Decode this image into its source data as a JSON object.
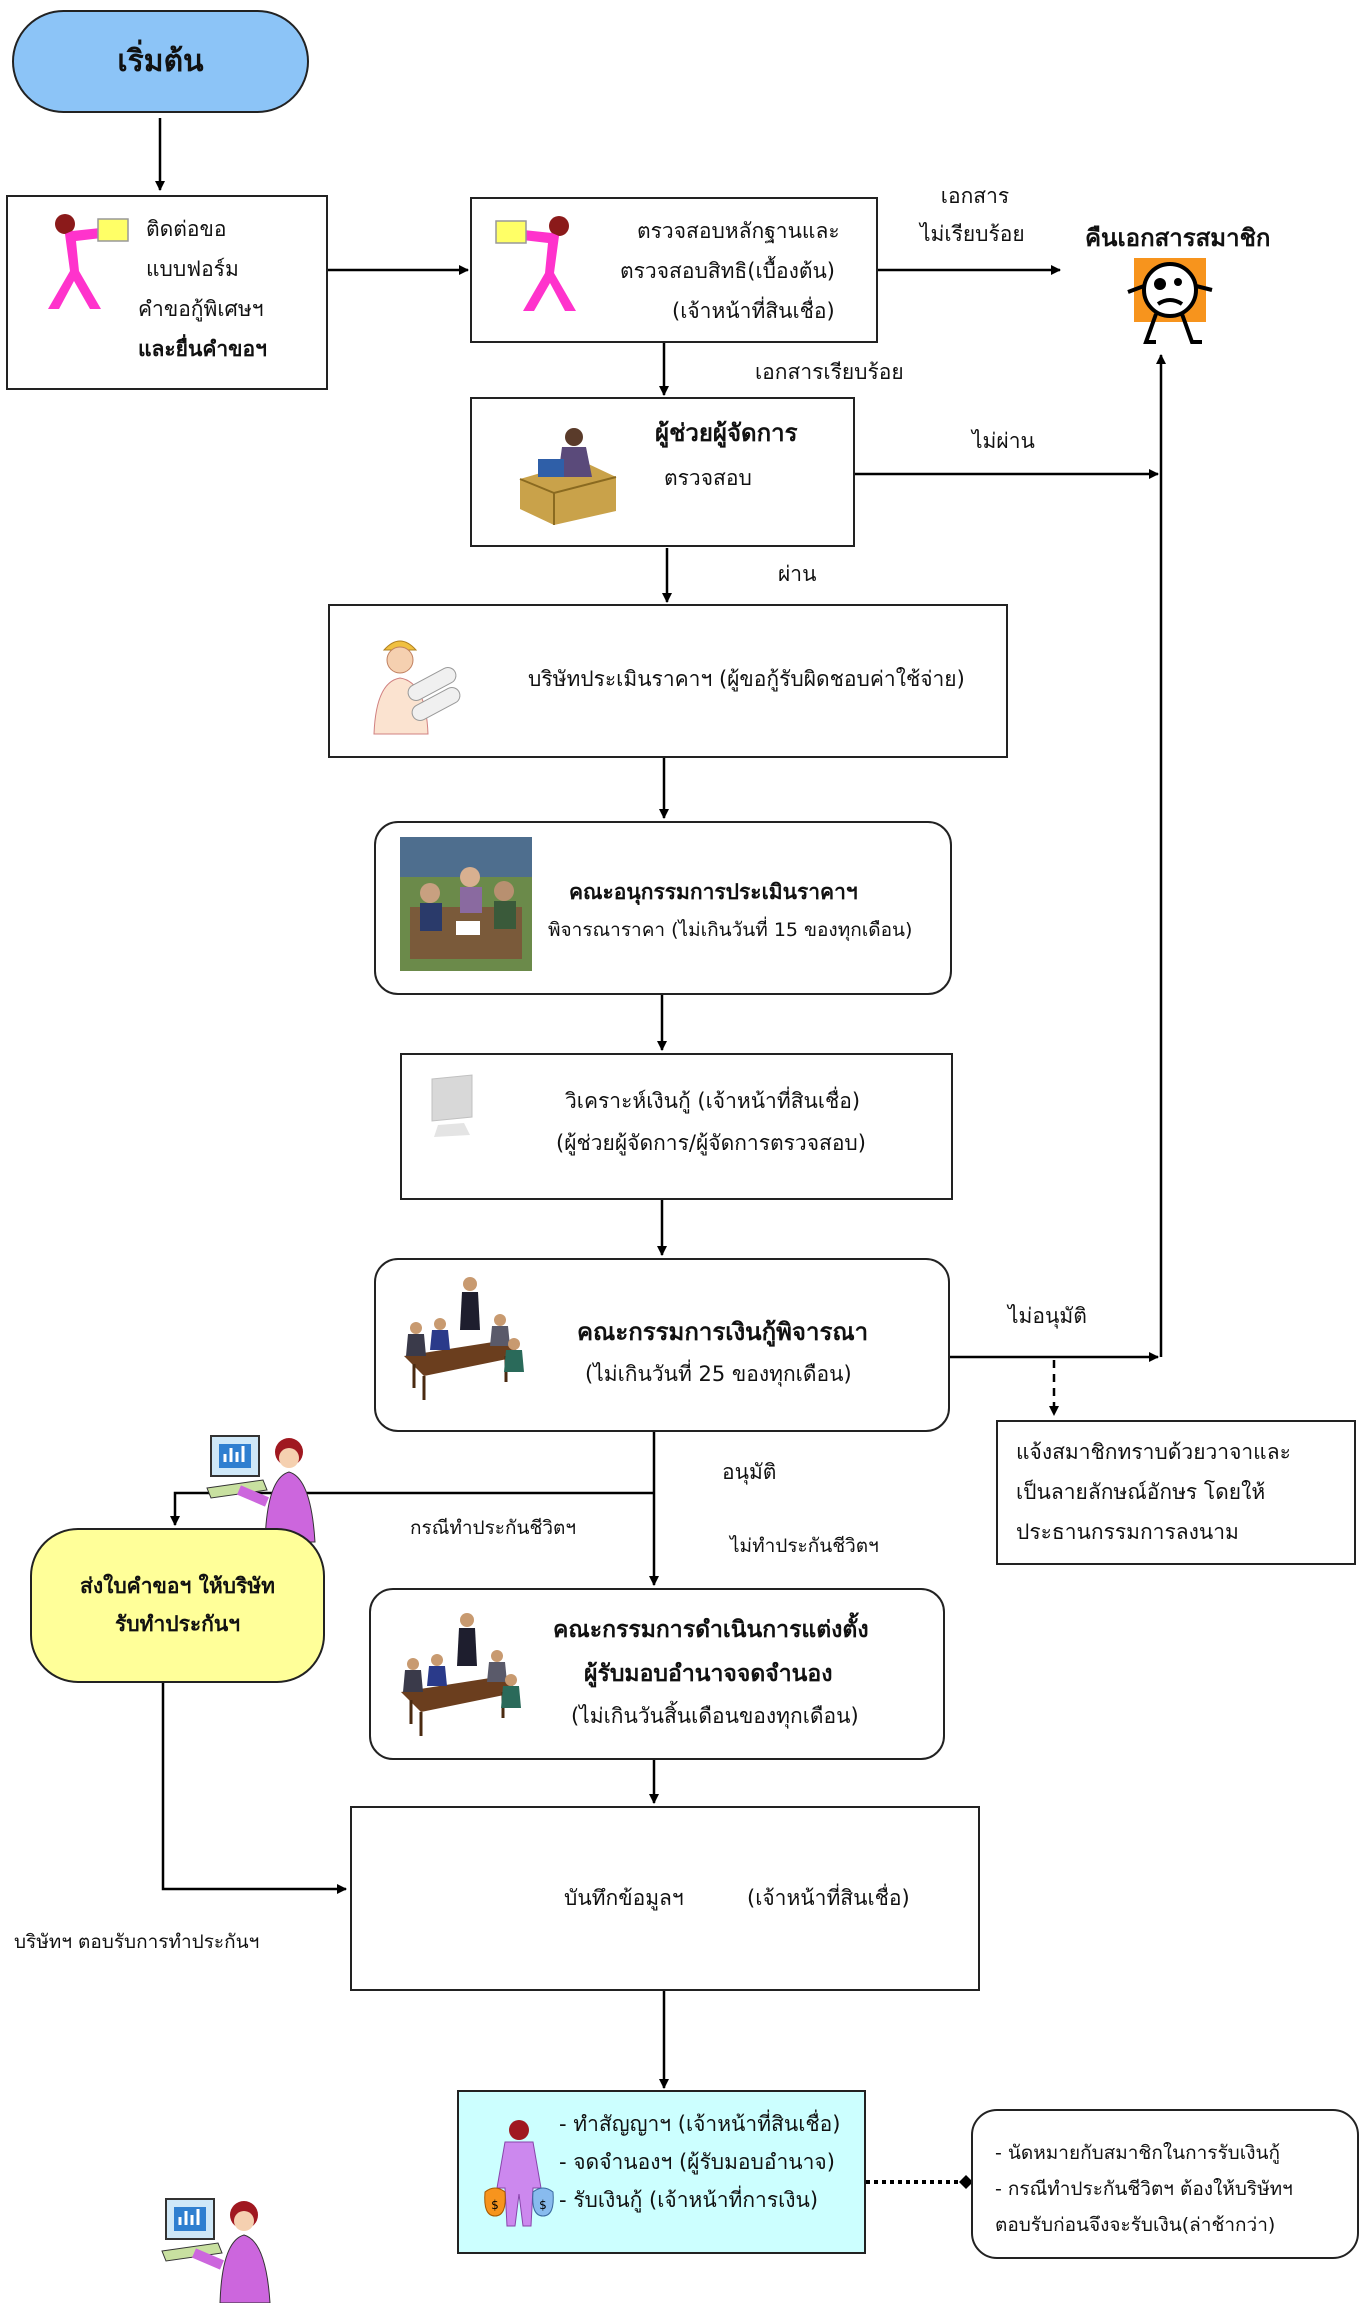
{
  "colors": {
    "start": "#8cc4f7",
    "insurance": "#ffff99",
    "disburse": "#ccffff",
    "figure_pink": "#ff33cc",
    "arrow": "#000000"
  },
  "start": "เริ่มต้น",
  "contact": {
    "l1": "ติดต่อขอ",
    "l2": "แบบฟอร์ม",
    "l3": "คำขอกู้พิเศษฯ",
    "l4": "และยื่นคำขอฯ"
  },
  "verify": {
    "l1": "ตรวจสอบหลักฐานและ",
    "l2": "ตรวจสอบสิทธิ(เบื้องต้น)",
    "l3": "(เจ้าหน้าที่สินเชื่อ)"
  },
  "doc_bad": {
    "l1": "เอกสาร",
    "l2": "ไม่เรียบร้อย"
  },
  "return_docs": "คืนเอกสารสมาชิก",
  "doc_ok": "เอกสารเรียบร้อย",
  "assistant": {
    "title": "ผู้ช่วยผู้จัดการ",
    "sub": "ตรวจสอบ"
  },
  "not_pass": "ไม่ผ่าน",
  "pass": "ผ่าน",
  "appraisal_company": "บริษัทประเมินราคาฯ (ผู้ขอกู้รับผิดชอบค่าใช้จ่าย)",
  "subcommittee": {
    "title": "คณะอนุกรรมการประเมินราคาฯ",
    "sub": "พิจารณาราคา (ไม่เกินวันที่ 15 ของทุกเดือน)"
  },
  "analysis": {
    "l1": "วิเคราะห์เงินกู้ (เจ้าหน้าที่สินเชื่อ)",
    "l2": "(ผู้ช่วยผู้จัดการ/ผู้จัดการตรวจสอบ)"
  },
  "loan_committee": {
    "title": "คณะกรรมการเงินกู้พิจารณา",
    "sub": "(ไม่เกินวันที่ 25 ของทุกเดือน)"
  },
  "not_approved": "ไม่อนุมัติ",
  "notify": {
    "l1": "แจ้งสมาชิกทราบด้วยวาจาและ",
    "l2": "เป็นลายลักษณ์อักษร โดยให้",
    "l3": "ประธานกรรมการลงนาม"
  },
  "approved": "อนุมัติ",
  "case_insured": "กรณีทำประกันชีวิตฯ",
  "case_not_insured": "ไม่ทำประกันชีวิตฯ",
  "insurance_box": {
    "l1": "ส่งใบคำขอฯ ให้บริษัท",
    "l2": "รับทำประกันฯ"
  },
  "exec_committee": {
    "l1": "คณะกรรมการดำเนินการแต่งตั้ง",
    "l2": "ผู้รับมอบอำนาจจดจำนอง",
    "l3": "(ไม่เกินวันสิ้นเดือนของทุกเดือน)"
  },
  "record": {
    "l1": "บันทึกข้อมูลฯ",
    "l2": "(เจ้าหน้าที่สินเชื่อ)"
  },
  "insurer_accepts": "บริษัทฯ ตอบรับการทำประกันฯ",
  "disburse": {
    "l1": "- ทำสัญญาฯ (เจ้าหน้าที่สินเชื่อ)",
    "l2": "- จดจำนองฯ (ผู้รับมอบอำนาจ)",
    "l3": "- รับเงินกู้ (เจ้าหน้าที่การเงิน)"
  },
  "note": {
    "l1": "- นัดหมายกับสมาชิกในการรับเงินกู้",
    "l2": "- กรณีทำประกันชีวิตฯ ต้องให้บริษัทฯ",
    "l3": "ตอบรับก่อนจึงจะรับเงิน(ล่าช้ากว่า)"
  }
}
